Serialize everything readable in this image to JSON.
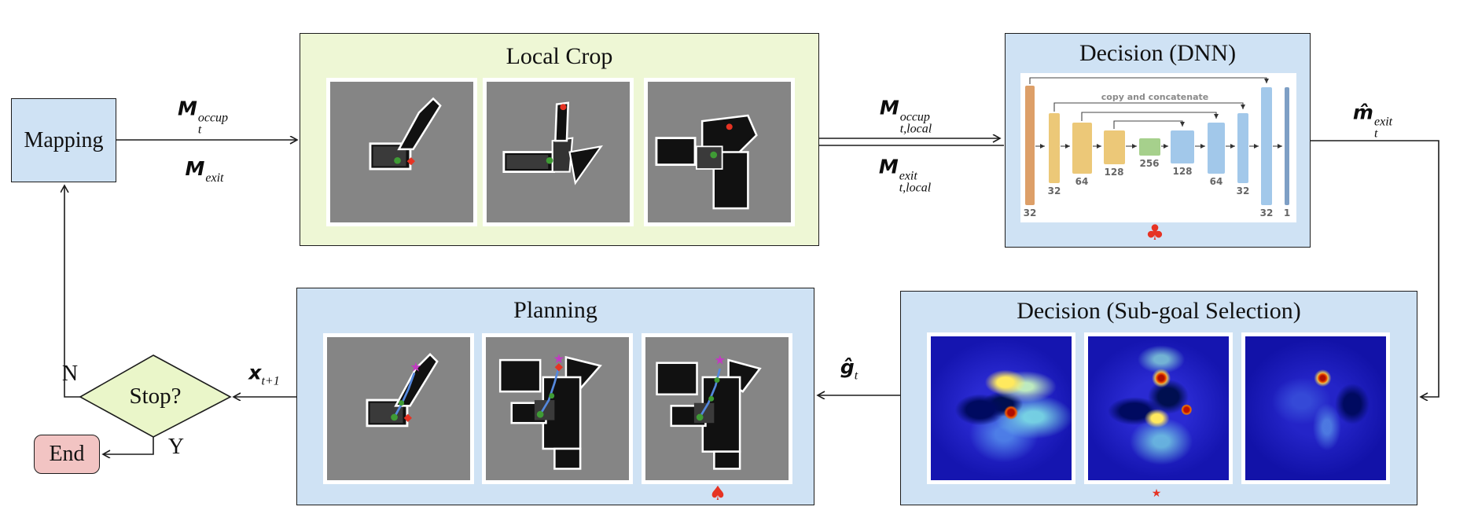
{
  "colors": {
    "box_blue": "#cfe2f4",
    "box_green": "#eef7d5",
    "diamond_green": "#eaf6c9",
    "end_pink": "#f2c4c3",
    "map_gray": "#858585",
    "accent_red": "#e63323",
    "bar_orange": "#dd9f68",
    "bar_yellow": "#ecc878",
    "bar_green": "#a6d08c",
    "bar_blue": "#a2c8ea",
    "bar_slate": "#7e9fc5",
    "label_gray": "#666666"
  },
  "mapping": {
    "label": "Mapping"
  },
  "local_crop": {
    "title": "Local Crop"
  },
  "dnn": {
    "title": "Decision (DNN)",
    "copy_label": "copy and concatenate",
    "bar_labels": [
      "32",
      "32",
      "64",
      "128",
      "256",
      "128",
      "64",
      "32",
      "32",
      "1"
    ],
    "club_symbol": "♣"
  },
  "subgoal": {
    "title": "Decision (Sub-goal Selection)",
    "star_symbol": "★"
  },
  "planning": {
    "title": "Planning",
    "spade_symbol": "♠"
  },
  "stop": {
    "label": "Stop?",
    "no": "N",
    "yes": "Y"
  },
  "end": {
    "label": "End"
  },
  "labels": {
    "m_occup": {
      "base": "M",
      "sup": "occup",
      "sub": "t"
    },
    "m_exit": {
      "base": "M",
      "sup": "exit",
      "sub": ""
    },
    "m_occup_local": {
      "base": "M",
      "sup": "occup",
      "sub": "t,local"
    },
    "m_exit_local": {
      "base": "M",
      "sup": "exit",
      "sub": "t,local"
    },
    "m_hat_exit": {
      "base": "m̂",
      "sup": "exit",
      "sub": "t"
    },
    "g_hat": {
      "base": "ĝ",
      "sub": "t"
    },
    "x_next": {
      "base": "x",
      "sub": "t+1"
    }
  }
}
